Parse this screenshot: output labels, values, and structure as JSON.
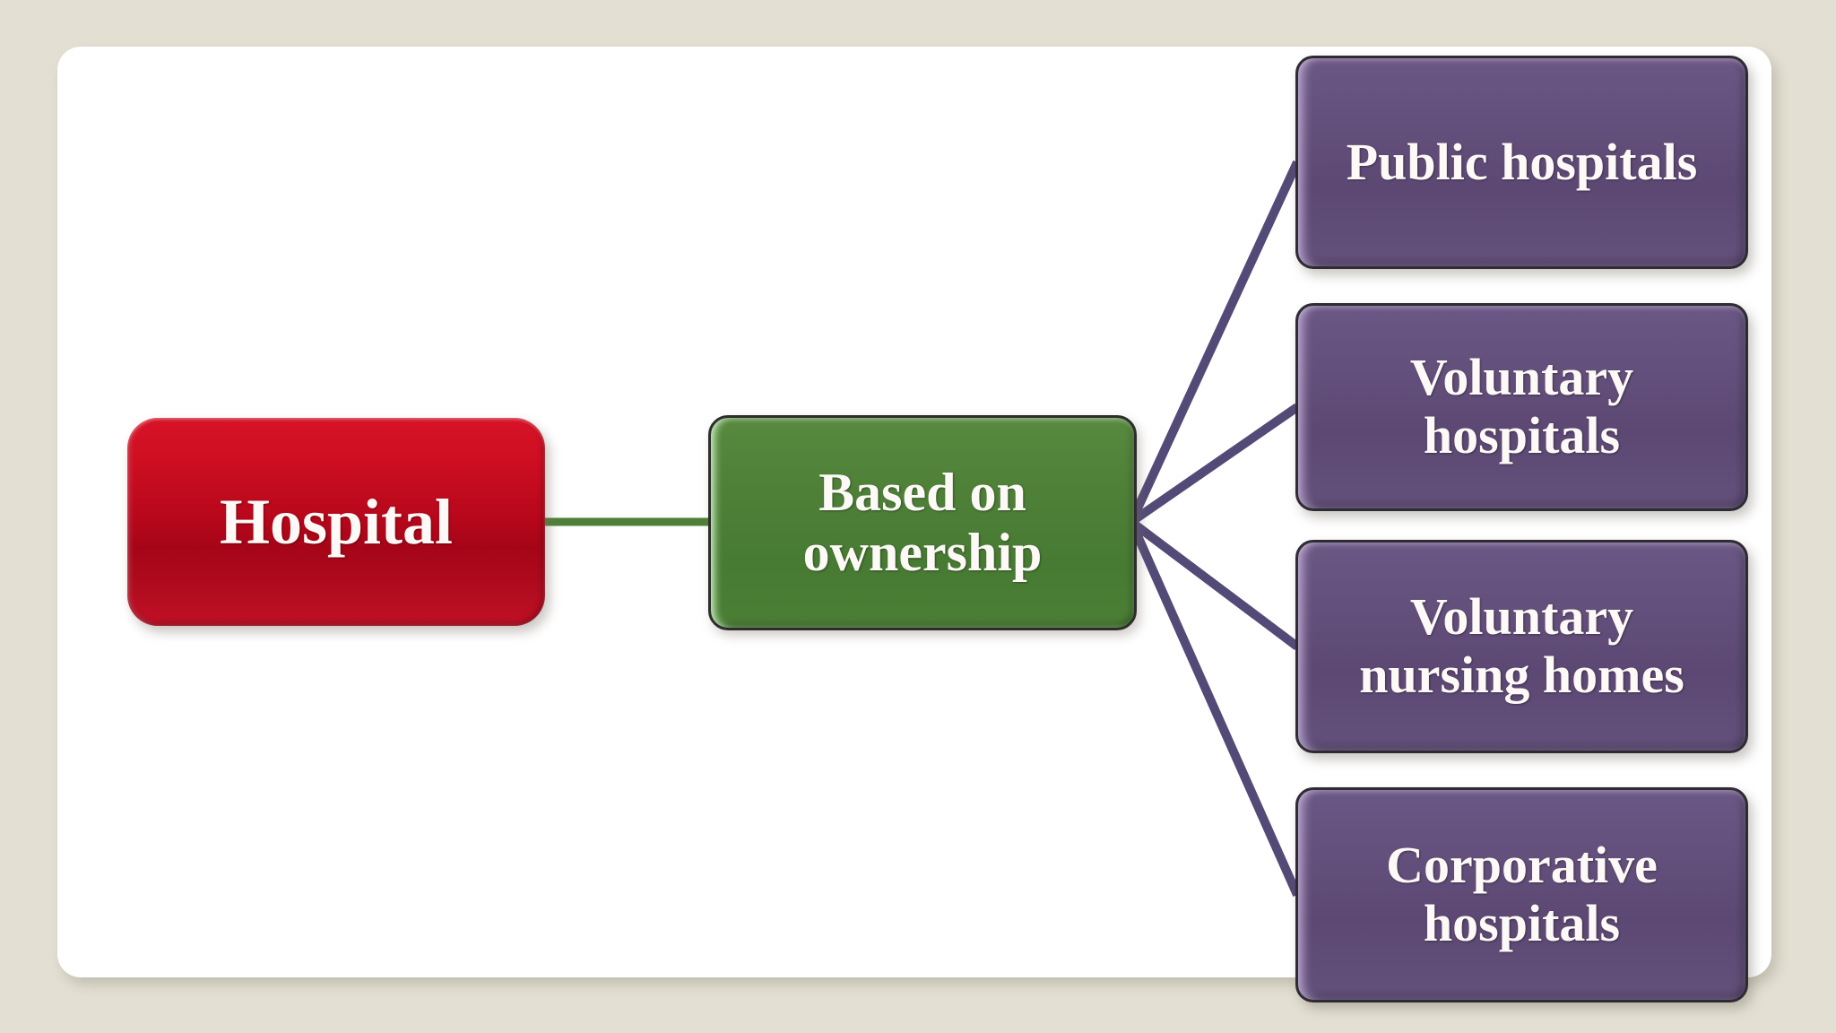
{
  "slide": {
    "background_color": "#e3dfd2",
    "card_color": "#ffffff"
  },
  "diagram": {
    "type": "hierarchy-tree",
    "title_node": {
      "label": "Hospital",
      "color": "#b8071b",
      "text_color": "#fdf9f6"
    },
    "branch_node": {
      "label": "Based on\nownership",
      "color": "#4e8038",
      "text_color": "#fdf9f6"
    },
    "leaf_nodes": [
      {
        "label": "Public hospitals",
        "color": "#64507c",
        "text_color": "#fdf9f6"
      },
      {
        "label": "Voluntary\nhospitals",
        "color": "#64507c",
        "text_color": "#fdf9f6"
      },
      {
        "label": "Voluntary\nnursing homes",
        "color": "#64507c",
        "text_color": "#fdf9f6"
      },
      {
        "label": "Corporative\nhospitals",
        "color": "#64507c",
        "text_color": "#fdf9f6"
      }
    ],
    "connectors": {
      "root_to_branch_color": "#4e8038",
      "branch_to_leaf_color": "#544a77"
    }
  }
}
